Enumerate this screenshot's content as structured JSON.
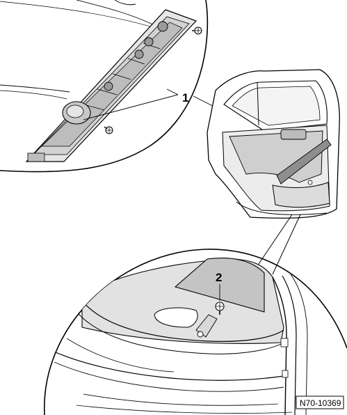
{
  "diagram": {
    "callouts": [
      {
        "id": "callout-1",
        "label": "1"
      },
      {
        "id": "callout-2",
        "label": "2"
      }
    ],
    "reference_code": "N70-10369"
  },
  "colors": {
    "stroke": "#000000",
    "panel_fill": "#e6e6e6",
    "panel_dark": "#c8c8c8",
    "trim_dark": "#9a9a9a",
    "background": "#ffffff"
  }
}
